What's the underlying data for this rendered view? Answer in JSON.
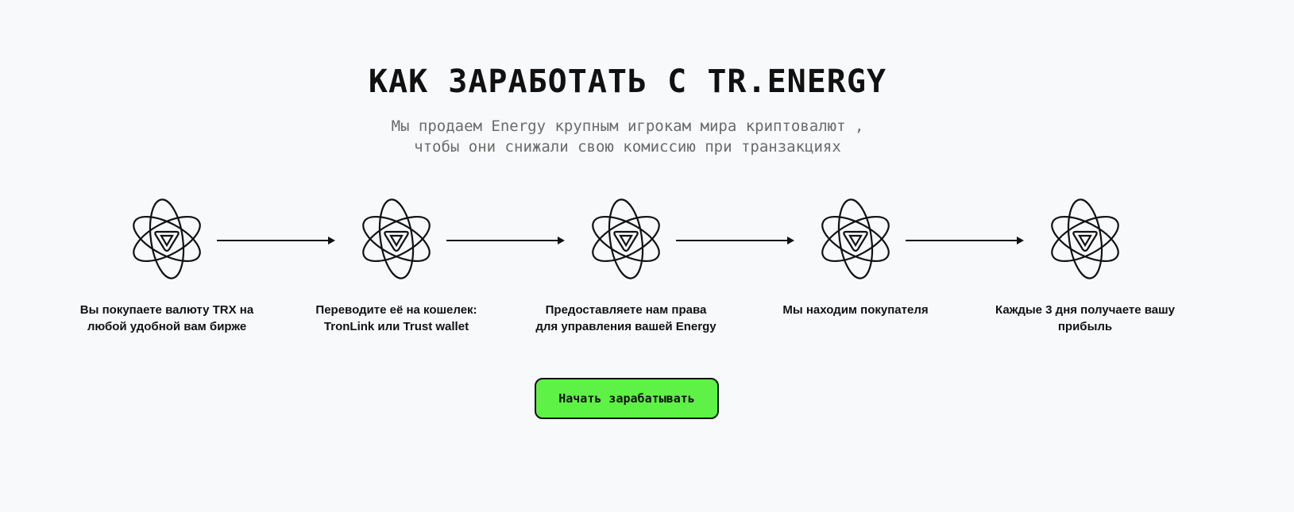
{
  "header": {
    "title": "КАК ЗАРАБОТАТЬ С TR.ENERGY",
    "subtitle_line1": "Мы продаем Energy крупным игрокам мира криптовалют ,",
    "subtitle_line2": "чтобы они снижали свою комиссию при транзакциях"
  },
  "steps": [
    {
      "icon": "tron-atom-icon",
      "line1": "Вы покупаете валюту TRX на",
      "line2": "любой удобной вам бирже"
    },
    {
      "icon": "tron-atom-icon",
      "line1": "Переводите её на кошелек:",
      "line2": "TronLink или Trust wallet"
    },
    {
      "icon": "tron-atom-icon",
      "line1": "Предоставляете нам права",
      "line2": "для управления вашей Energy"
    },
    {
      "icon": "tron-atom-icon",
      "line1": "Мы находим покупателя",
      "line2": ""
    },
    {
      "icon": "tron-atom-icon",
      "line1": "Каждые 3 дня получаете вашу",
      "line2": "прибыль"
    }
  ],
  "cta": {
    "label": "Начать зарабатывать",
    "color": "#5ef246"
  }
}
